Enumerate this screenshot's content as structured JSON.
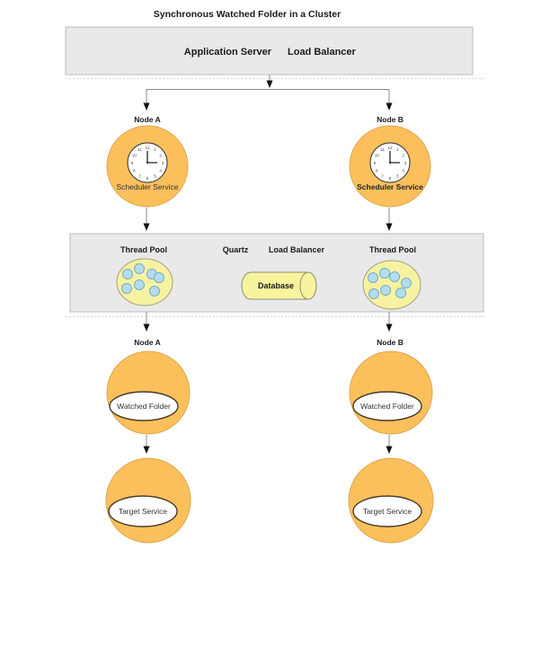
{
  "title": "Synchronous Watched Folder in a Cluster",
  "app_server": {
    "label_server": "Application Server",
    "label_balancer": "Load Balancer"
  },
  "scheduler_tier": {
    "node_a_label": "Node A",
    "node_b_label": "Node B",
    "scheduler_a": "Scheduler Service",
    "scheduler_b": "Scheduler Service"
  },
  "quartz_band": {
    "thread_pool_left": "Thread Pool",
    "quartz_label": "Quartz",
    "balancer_label": "Load Balancer",
    "thread_pool_right": "Thread Pool",
    "database_label": "Database"
  },
  "worker_tier": {
    "node_a_label": "Node A",
    "node_b_label": "Node B",
    "watched_folder_a": "Watched Folder",
    "watched_folder_b": "Watched Folder",
    "target_service_a": "Target Service",
    "target_service_b": "Target Service"
  },
  "clock": {
    "numbers": [
      "12",
      "1",
      "2",
      "3",
      "4",
      "5",
      "6",
      "7",
      "8",
      "9",
      "10",
      "11"
    ]
  },
  "colors": {
    "panel_gray": "#e9e9e9",
    "circle_orange": "#fbc05c",
    "pool_yellow": "#f6f2a2",
    "thread_blue": "#b5dcee",
    "db_yellow": "#f8f49e",
    "clock_face": "#ffffff"
  }
}
